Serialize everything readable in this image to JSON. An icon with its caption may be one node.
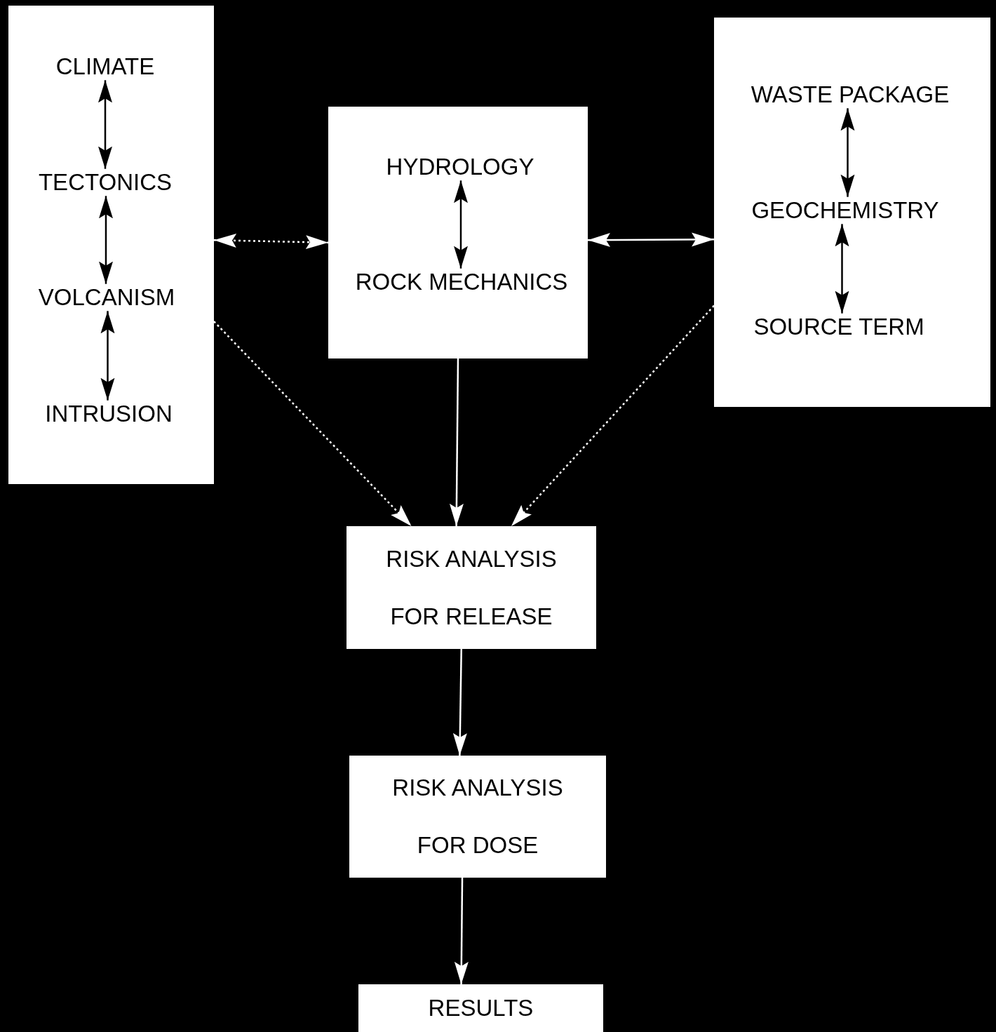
{
  "diagram": {
    "nodes": [
      {
        "text": [],
        "shape": "box"
      },
      {
        "text": [
          "CLIMATE"
        ],
        "in": 0
      },
      {
        "text": [
          "TECTONICS"
        ],
        "in": 0
      },
      {
        "text": [
          "VOLCANISM"
        ],
        "in": 0
      },
      {
        "text": [
          "INTRUSION"
        ],
        "in": 0
      },
      {
        "text": [],
        "shape": "box"
      },
      {
        "text": [
          "HYDROLOGY"
        ],
        "in": 5
      },
      {
        "text": [
          "ROCK MECHANICS"
        ],
        "in": 5
      },
      {
        "text": [],
        "shape": "box"
      },
      {
        "text": [
          "WASTE PACKAGE"
        ],
        "in": 8
      },
      {
        "text": [
          "GEOCHEMISTRY"
        ],
        "in": 8
      },
      {
        "text": [
          "SOURCE TERM"
        ],
        "in": 8
      },
      {
        "text": [
          "RISK ANALYSIS FOR RELEASE"
        ]
      },
      {
        "text": [
          "RISK ANALYSIS FOR DOSE"
        ]
      },
      {
        "text": [
          "RESULTS"
        ]
      }
    ],
    "edges": [
      {
        "from": 1,
        "to": 2,
        "arrow": "both",
        "color": "#000000"
      },
      {
        "from": 2,
        "to": 3,
        "arrow": "both",
        "color": "#000000"
      },
      {
        "from": 3,
        "to": 4,
        "arrow": "both",
        "color": "#000000"
      },
      {
        "from": 6,
        "to": 7,
        "arrow": "both",
        "color": "#000000"
      },
      {
        "from": 9,
        "to": 10,
        "arrow": "both",
        "color": "#000000"
      },
      {
        "from": 10,
        "to": 11,
        "arrow": "both",
        "color": "#000000"
      },
      {
        "from": 0,
        "to": 5,
        "arrow": "both",
        "style": "dashed"
      },
      {
        "from": 5,
        "to": 8,
        "arrow": "both"
      },
      {
        "from": 0,
        "to": 12,
        "arrow": "to",
        "style": "dashed"
      },
      {
        "from": 5,
        "to": 12,
        "arrow": "to"
      },
      {
        "from": 8,
        "to": 12,
        "arrow": "to",
        "style": "dashed"
      },
      {
        "from": 12,
        "to": 13,
        "arrow": "to"
      },
      {
        "from": 13,
        "to": 14,
        "arrow": "to"
      }
    ]
  }
}
